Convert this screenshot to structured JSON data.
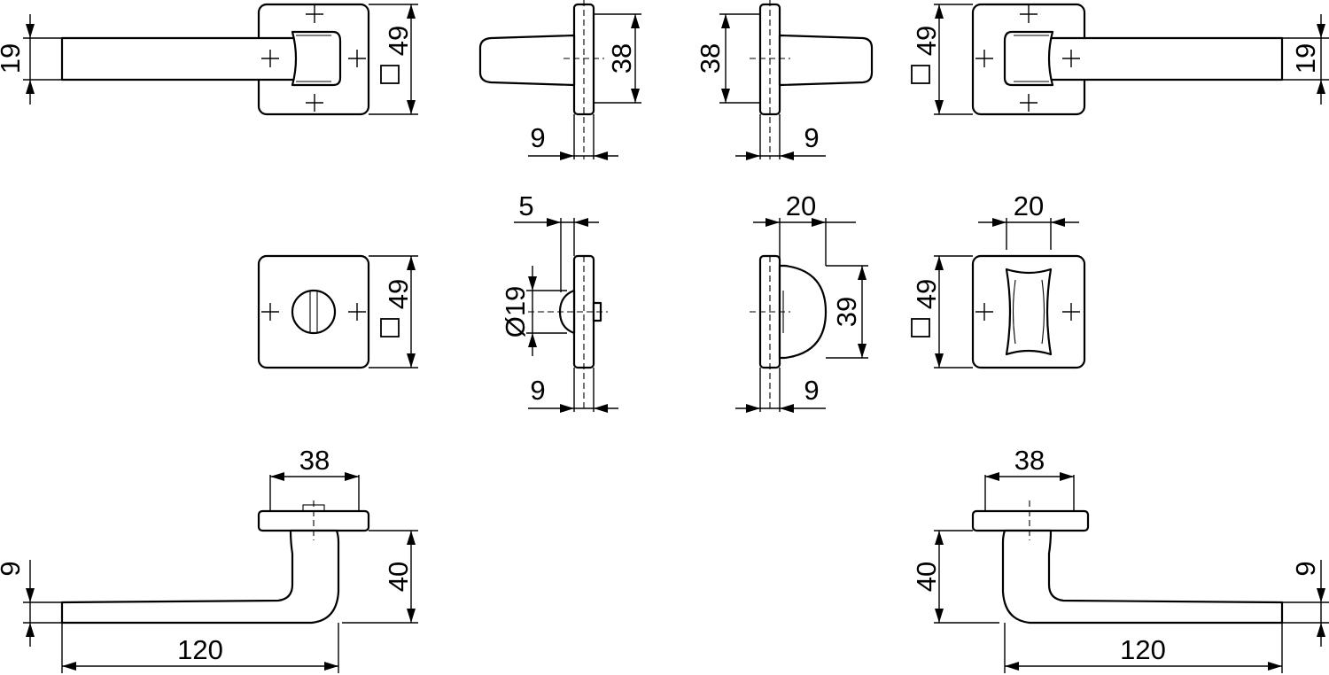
{
  "views": {
    "lever_front_left": {
      "dim_height": "19",
      "dim_rose": "49"
    },
    "lever_side_left": {
      "dim_rose_height": "38",
      "dim_thickness": "9"
    },
    "lever_side_right": {
      "dim_rose_height": "38",
      "dim_thickness": "9"
    },
    "lever_front_right": {
      "dim_rose": "49",
      "dim_height": "19"
    },
    "wc_front_left": {
      "dim_rose": "49"
    },
    "wc_side_left": {
      "dim_offset": "5",
      "dim_diameter": "Ø19",
      "dim_thickness": "9"
    },
    "wc_side_right": {
      "dim_width": "20",
      "dim_height": "39",
      "dim_thickness": "9"
    },
    "wc_front_right": {
      "dim_width": "20",
      "dim_rose": "49"
    },
    "lever_top_left": {
      "dim_rose": "38",
      "dim_projection": "40",
      "dim_thickness": "9",
      "dim_length": "120"
    },
    "lever_top_right": {
      "dim_rose": "38",
      "dim_projection": "40",
      "dim_thickness": "9",
      "dim_length": "120"
    }
  }
}
